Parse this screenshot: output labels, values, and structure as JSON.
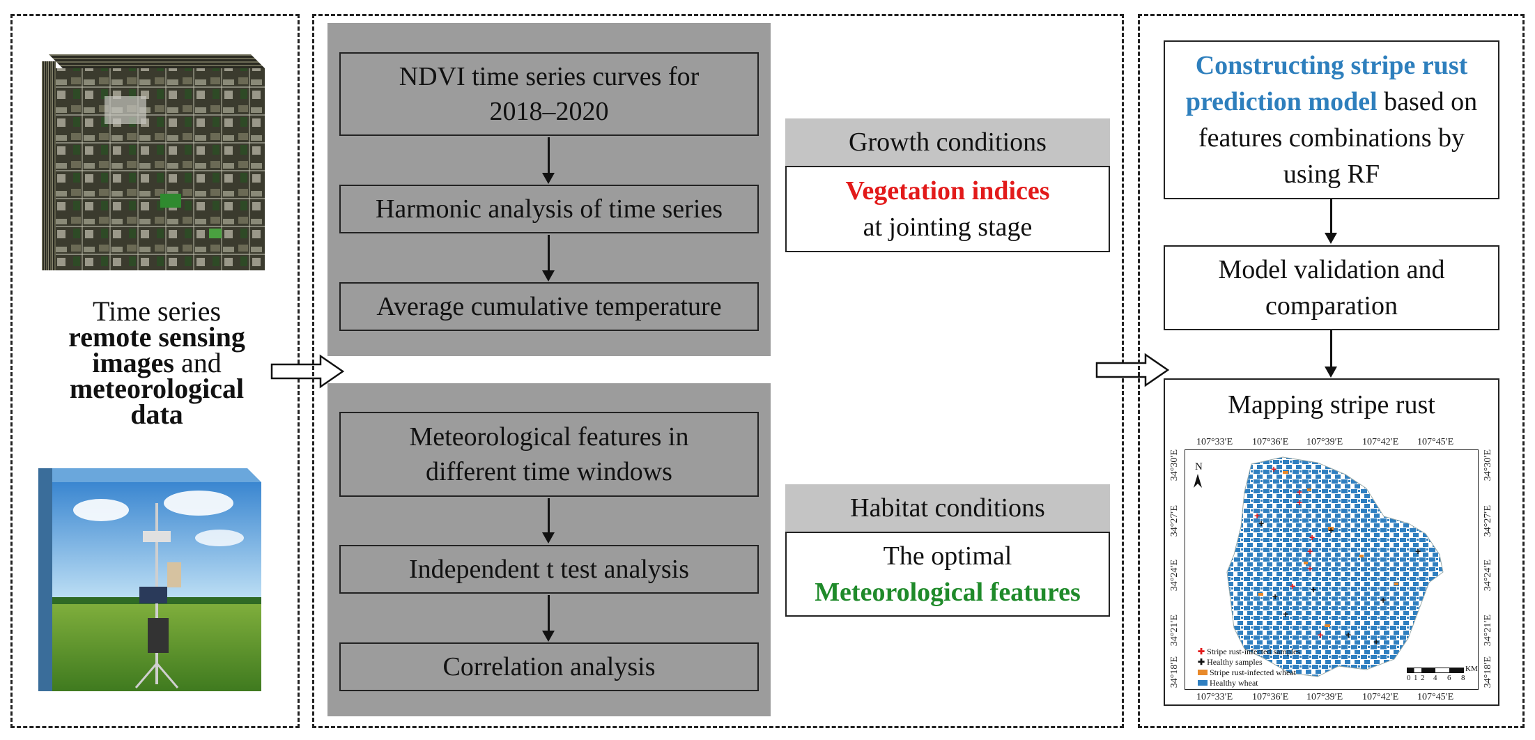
{
  "left": {
    "line1": "Time series",
    "line2": "remote sensing",
    "line3a": "images",
    "line3b": " and",
    "line4": "meteorological",
    "line5": "data"
  },
  "middle_top": {
    "step1": "NDVI time series curves for 2018–2020",
    "step2": "Harmonic analysis of time series",
    "step3": "Average cumulative temperature"
  },
  "middle_bottom": {
    "step1": "Meteorological features in different time windows",
    "step2": "Independent t test analysis",
    "step3": "Correlation analysis"
  },
  "growth": {
    "header": "Growth conditions",
    "highlight": "Vegetation indices",
    "rest": "at jointing stage"
  },
  "habitat": {
    "header": "Habitat conditions",
    "line1": "The optimal",
    "highlight": "Meteorological features"
  },
  "right": {
    "box1_highlight": "Constructing stripe rust prediction model",
    "box1_rest": " based on features combinations by using RF",
    "box2": "Model validation and comparation",
    "box3_title": "Mapping stripe rust"
  },
  "map": {
    "top_ticks": [
      "107°33′E",
      "107°36′E",
      "107°39′E",
      "107°42′E",
      "107°45′E"
    ],
    "bottom_ticks": [
      "107°33′E",
      "107°36′E",
      "107°39′E",
      "107°42′E",
      "107°45′E"
    ],
    "left_ticks": [
      "34°30′E",
      "34°27′E",
      "34°24′E",
      "34°21′E",
      "34°18′E"
    ],
    "right_ticks": [
      "34°30′E",
      "34°27′E",
      "34°24′E",
      "34°21′E",
      "34°18′E"
    ],
    "north": "N",
    "legend": [
      {
        "label": "Stripe rust-infected samples",
        "color": "#e21a1a",
        "symbol": "cross"
      },
      {
        "label": "Healthy samples",
        "color": "#111111",
        "symbol": "cross"
      },
      {
        "label": "Stripe rust-infected wheat",
        "color": "#e8892a",
        "symbol": "rect"
      },
      {
        "label": "Healthy wheat",
        "color": "#2f7fc0",
        "symbol": "rect"
      }
    ],
    "scale_ticks": [
      "0",
      "1",
      "2",
      "4",
      "6",
      "8"
    ],
    "scale_unit": "KM"
  }
}
